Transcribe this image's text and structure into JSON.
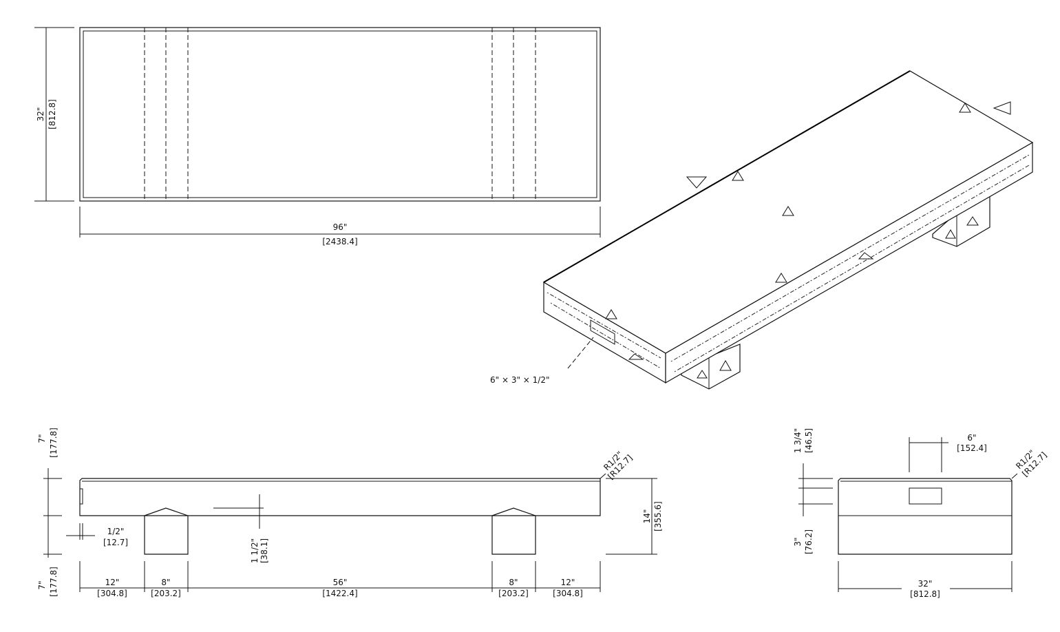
{
  "top_view": {
    "height_label": "32\"",
    "height_metric": "[812.8]",
    "length_label": "96\"",
    "length_metric": "[2438.4]"
  },
  "iso_view": {
    "slot_callout": "6\" × 3\" × 1/2\""
  },
  "side_view": {
    "upper_height_label": "7\"",
    "upper_height_metric": "[177.8]",
    "lower_height_label": "7\"",
    "lower_height_metric": "[177.8]",
    "chamfer_label": "1/2\"",
    "chamfer_metric": "[12.7]",
    "peak_label": "1 1/2\"",
    "peak_metric": "[38.1]",
    "radius_label": "R1/2\"",
    "radius_metric": "[R12.7]",
    "total_height_label": "14\"",
    "total_height_metric": "[355.6]",
    "segments": [
      {
        "label": "12\"",
        "metric": "[304.8]"
      },
      {
        "label": "8\"",
        "metric": "[203.2]"
      },
      {
        "label": "56\"",
        "metric": "[1422.4]"
      },
      {
        "label": "8\"",
        "metric": "[203.2]"
      },
      {
        "label": "12\"",
        "metric": "[304.8]"
      }
    ]
  },
  "end_view": {
    "slot_height_label": "1 3/4\"",
    "slot_height_metric": "[46.5]",
    "slot_width_label": "6\"",
    "slot_width_metric": "[152.4]",
    "radius_label": "R1/2\"",
    "radius_metric": "[R12.7]",
    "lower_label": "3\"",
    "lower_metric": "[76.2]",
    "width_label": "32\"",
    "width_metric": "[812.8]"
  }
}
